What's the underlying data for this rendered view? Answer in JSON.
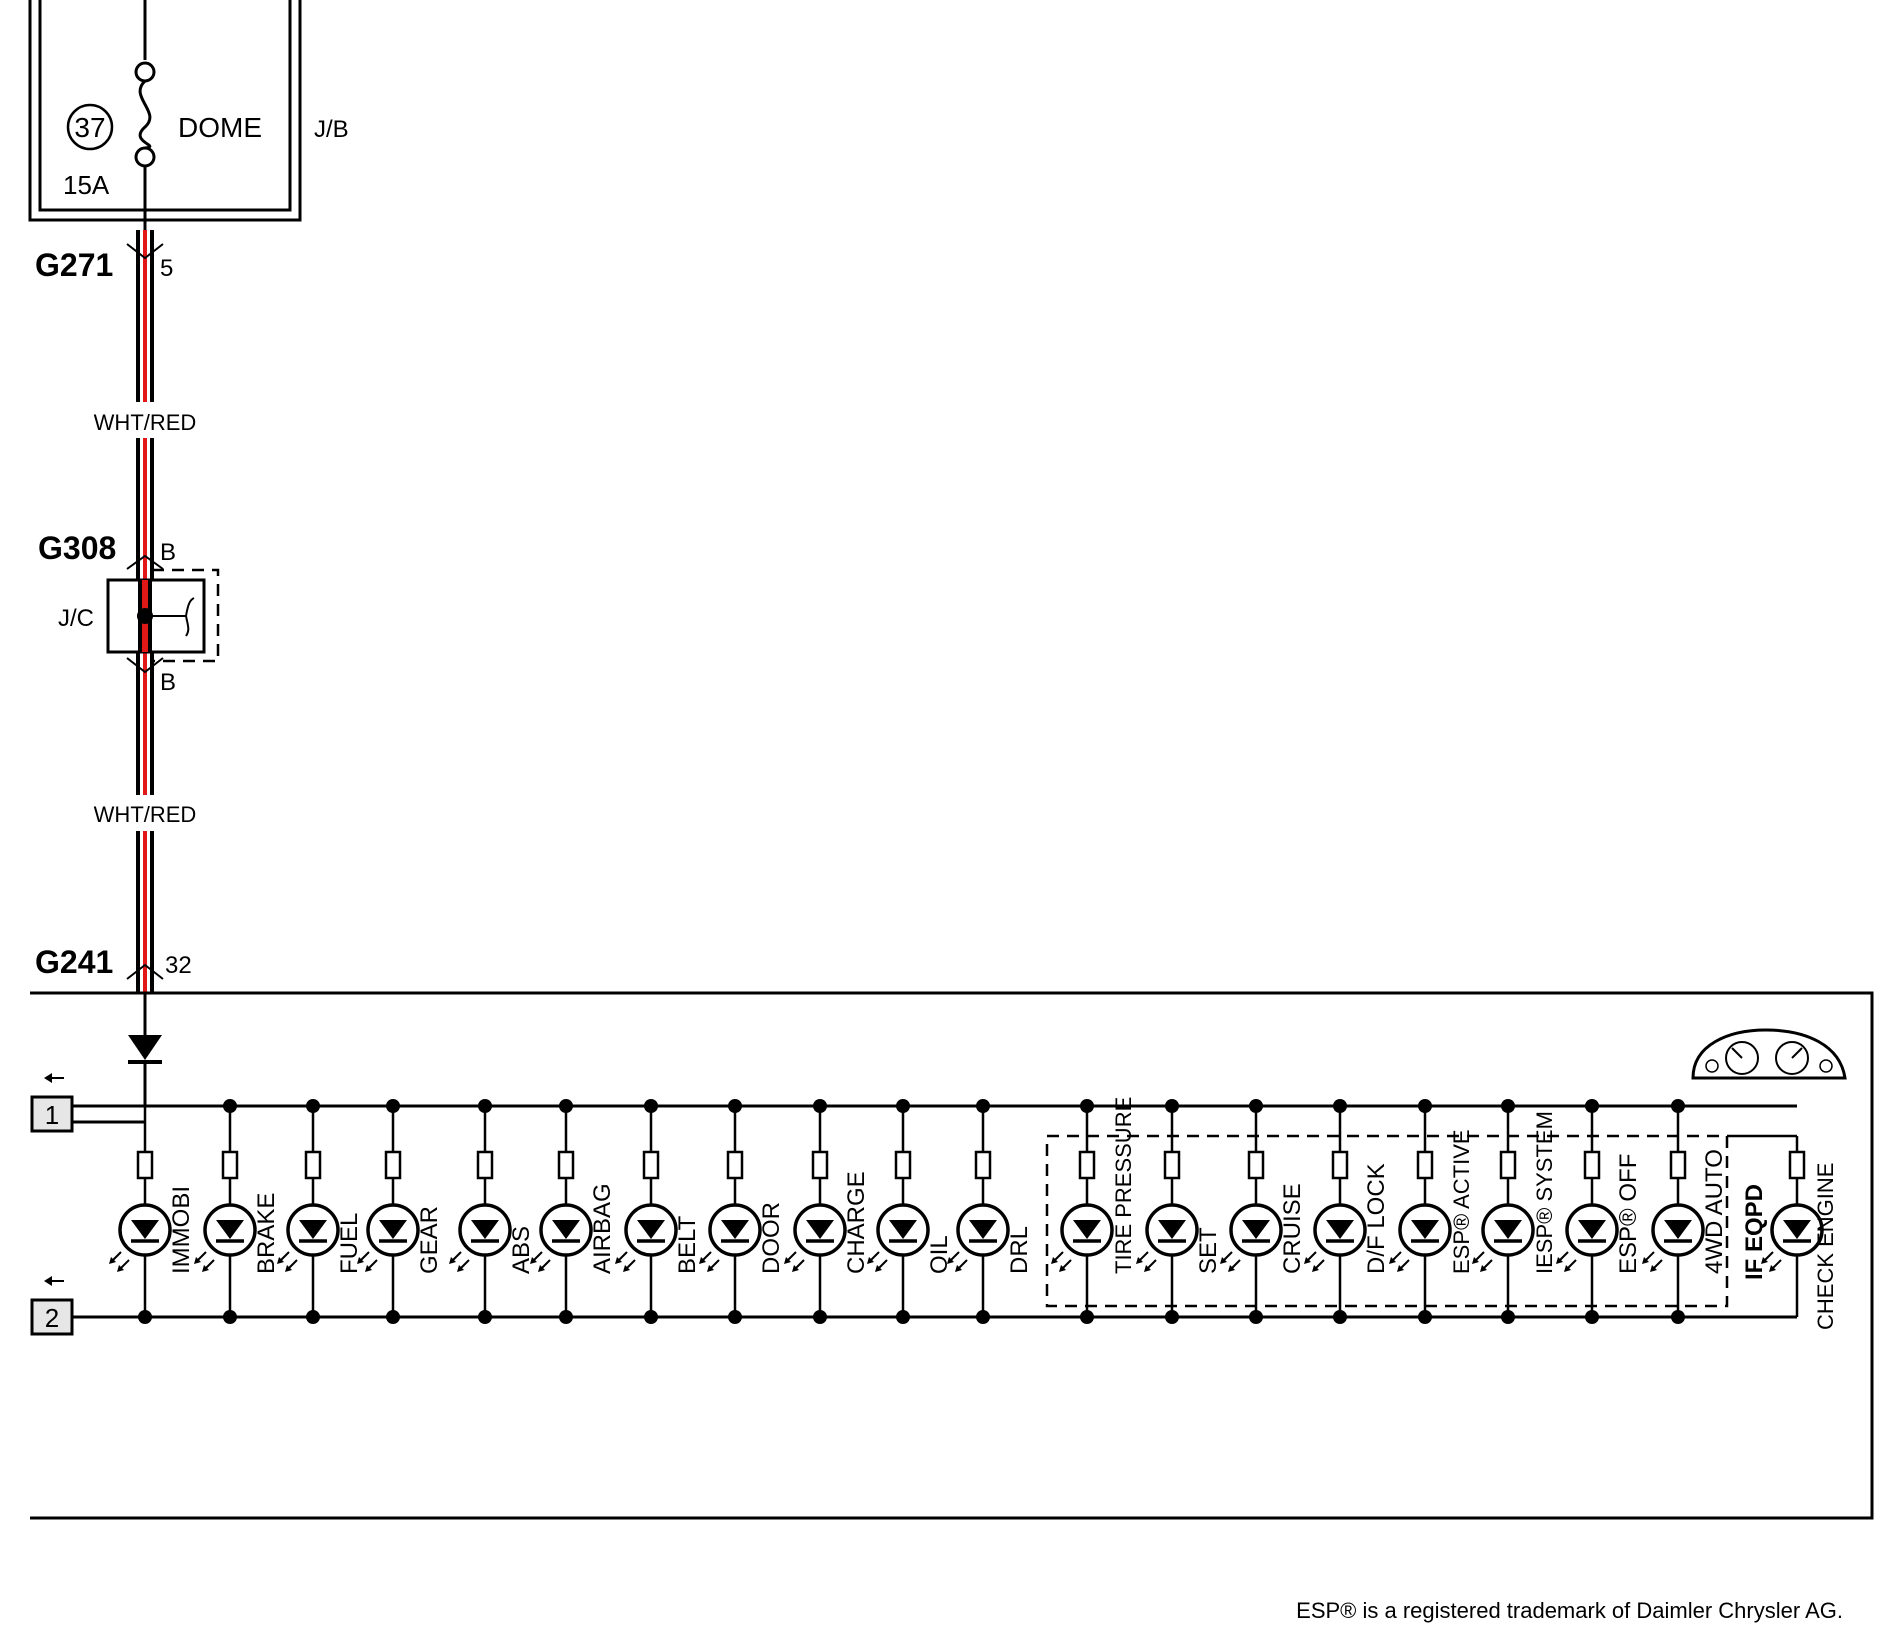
{
  "fuse": {
    "number": "37",
    "name": "DOME",
    "rating": "15A",
    "box": "J/B"
  },
  "connectors": {
    "g271": {
      "id": "G271",
      "pin": "5"
    },
    "g308": {
      "id": "G308",
      "pin_top": "B",
      "pin_bottom": "B"
    },
    "g241": {
      "id": "G241",
      "pin": "32"
    }
  },
  "joint_connector": "J/C",
  "wire_color_1": "WHT/RED",
  "wire_color_2": "WHT/RED",
  "terminals": [
    "1",
    "2"
  ],
  "optional_label": "IF EQPD",
  "indicators": [
    {
      "label": "IMMOBI",
      "optional": false
    },
    {
      "label": "BRAKE",
      "optional": false
    },
    {
      "label": "FUEL",
      "optional": false
    },
    {
      "label": "GEAR",
      "optional": false
    },
    {
      "label": "ABS",
      "optional": false
    },
    {
      "label": "AIRBAG",
      "optional": false
    },
    {
      "label": "BELT",
      "optional": false
    },
    {
      "label": "DOOR",
      "optional": false
    },
    {
      "label": "CHARGE",
      "optional": false
    },
    {
      "label": "OIL",
      "optional": false
    },
    {
      "label": "DRL",
      "optional": false
    },
    {
      "label": "TIRE PRESSURE",
      "optional": true
    },
    {
      "label": "SET",
      "optional": true
    },
    {
      "label": "CRUISE",
      "optional": true
    },
    {
      "label": "D/F LOCK",
      "optional": true
    },
    {
      "label": "ESP® ACTIVE",
      "optional": true
    },
    {
      "label": "IESP® SYSTEM",
      "optional": true
    },
    {
      "label": "ESP® OFF",
      "optional": true
    },
    {
      "label": "4WD AUTO",
      "optional": true
    },
    {
      "label": "CHECK ENGINE",
      "optional": false
    }
  ],
  "footer_note": "ESP® is a registered trademark of Daimler Chrysler AG.",
  "colors": {
    "wire_stripe": "#e01818",
    "line": "#000000",
    "terminal_fill": "#e6e6e6"
  }
}
